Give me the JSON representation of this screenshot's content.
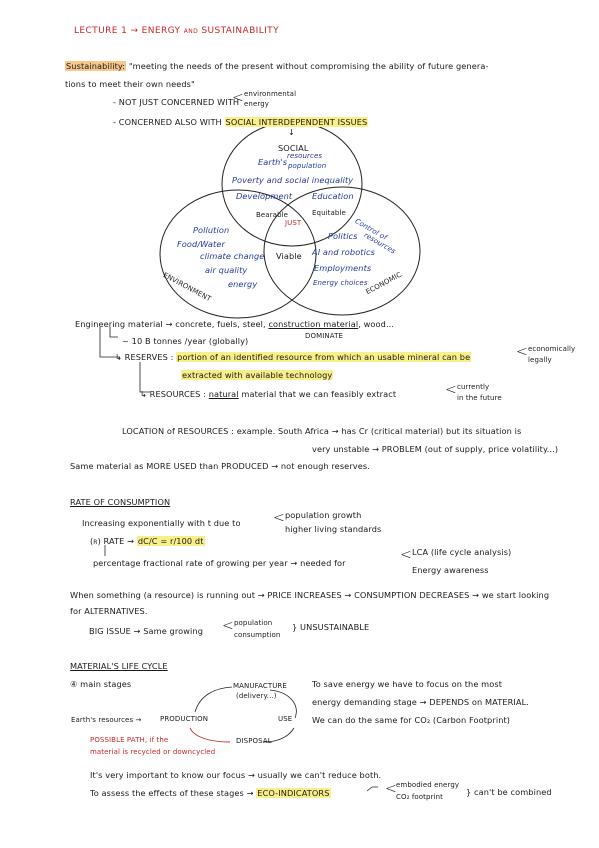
{
  "lecture": {
    "title": "LECTURE 1 → ENERGY and SUSTAINABILITY"
  },
  "sustainability": {
    "term": "Sustainability:",
    "definition_1": "\"meeting the needs of the present without compromising the ability of future genera-",
    "definition_2": "tions to meet their own needs\"",
    "not_just": "- NOT JUST CONCERNED WITH",
    "env_1": "environmental",
    "env_2": "energy",
    "also_prefix": "- CONCERNED ALSO WITH",
    "also_highlight": "SOCIAL INTERDEPENDENT ISSUES",
    "arrow_down": "↓"
  },
  "venn": {
    "social_label": "SOCIAL",
    "social_items": [
      "Earth's",
      "resources",
      "population",
      "Poverty and social inequality",
      "Development",
      "Education"
    ],
    "environment_label": "ENVIRONMENT",
    "environment_items": [
      "Pollution",
      "Food/Water",
      "climate change",
      "air quality",
      "energy"
    ],
    "economic_label": "ECONOMIC",
    "economic_items": [
      "Control of",
      "resources",
      "Politics",
      "AI and robotics",
      "Employments",
      "Energy choices"
    ],
    "bearable": "Bearable",
    "equitable": "Equitable",
    "just": "JUST",
    "viable": "Viable"
  },
  "materials": {
    "line1_a": "Engineering material → concrete, fuels, steel,",
    "line1_b": "construction material",
    "line1_c": ", wood...",
    "dominate": "DOMINATE",
    "tonnes": "~ 10 B tonnes /year (globally)",
    "reserves_prefix": "↳ RESERVES :",
    "reserves_hl_1": "portion of an identified resource from which an usable mineral can be",
    "econ_1": "economically",
    "econ_2": "legally",
    "reserves_hl_2": "extracted with available technology",
    "resources_prefix": "↳ RESOURCES :",
    "resources_nat": "natural",
    "resources_rest": "material that we can feasibly extract",
    "curr_1": "currently",
    "curr_2": "in the future",
    "location_1": "LOCATION of RESOURCES : example. South Africa → has Cr (critical material) but its situation is",
    "location_2": "very unstable → PROBLEM (out of supply, price volatility...)",
    "same_material": "Same material as MORE USED than PRODUCED → not enough reserves."
  },
  "consumption": {
    "heading": "RATE OF CONSUMPTION",
    "increasing": "Increasing exponentially with t due to",
    "growth_1": "population growth",
    "growth_2": "higher living standards",
    "rate_prefix": "(r) RATE →",
    "rate_formula": "dC/C = r/100 dt",
    "percentage": "percentage fractional rate of growing per year → needed for",
    "lca": "LCA (life cycle analysis)",
    "energy_aw": "Energy awareness",
    "when_1": "When something (a resource) is running out → PRICE INCREASES → CONSUMPTION DECREASES → we start looking",
    "when_2": "for ALTERNATIVES.",
    "big_issue": "BIG ISSUE → Same growing",
    "pop": "population",
    "cons": "consumption",
    "unsustainable": "UNSUSTAINABLE"
  },
  "lifecycle": {
    "heading": "MATERIAL'S LIFE CYCLE",
    "stages": "④ main stages",
    "manufacture": "MANUFACTURE",
    "delivery": "(delivery...)",
    "earths": "Earth's resources →",
    "production": "PRODUCTION",
    "use": "USE",
    "disposal": "DISPOSAL",
    "possible_1": "POSSIBLE PATH, if the",
    "possible_2": "material is recycled or downcycled",
    "save_1": "To save energy we have to focus on the most",
    "save_2": "energy demanding stage → DEPENDS on MATERIAL.",
    "save_3": "We can do the same for CO₂ (Carbon Footprint)",
    "important": "It's very important to know our focus → usually we can't reduce both.",
    "assess_prefix": "To assess the effects of these stages →",
    "eco": "ECO-INDICATORS",
    "embodied": "embodied energy",
    "co2fp": "CO₂ footprint",
    "cant": "} can't be combined"
  }
}
